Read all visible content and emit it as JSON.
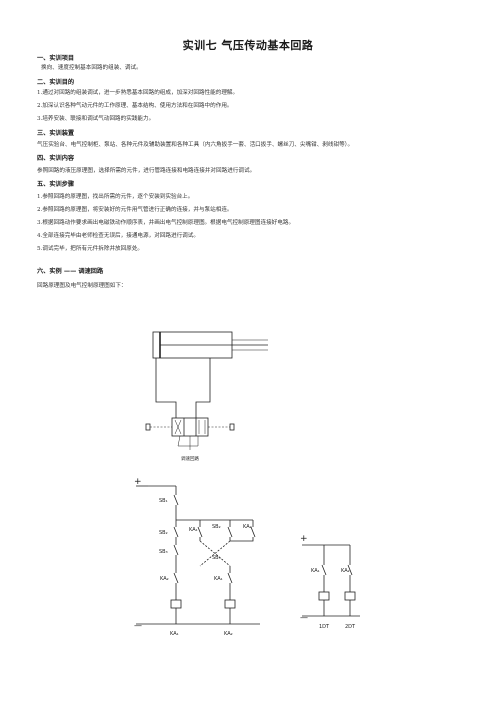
{
  "doc": {
    "title": "实训七 气压传动基本回路",
    "sections": {
      "s1": {
        "heading": "一、实训项目",
        "lines": [
          "换向、速度控制基本回路的组装、调试。"
        ]
      },
      "s2": {
        "heading": "二、实训目的",
        "lines": [
          "1.通过对回路的组装调试，进一步熟悉基本回路的组成，加深对回路性能的理解。",
          "2.加深认识各种气动元件的工作原理、基本结构、使用方法和在回路中的作用。",
          "3.培养安装、联接和调试气动回路的实践能力。"
        ]
      },
      "s3": {
        "heading": "三、实训装置",
        "lines": [
          "气压实验台、电气控制柜、泵站、各种元件及辅助装置和各种工具（内六角扳手一套、活口扳手、螺丝刀、尖嘴钳、剥线钳等）。"
        ]
      },
      "s4": {
        "heading": "四、实训内容",
        "lines": [
          "参照回路的液压原理图，选择所需的元件，进行管路连接和电路连接并对回路进行调试。"
        ]
      },
      "s5": {
        "heading": "五、实训步骤",
        "lines": [
          "1.参照回路的原理图，找出所需的元件，逐个安装到实验台上。",
          "2.参照回路的原理图，将安装好的元件用气管进行正确的连接，并与泵站相连。",
          "3.根据回路动作要求画出电磁铁动作顺序表，并画出电气控制原理图。根据电气控制原理图连接好电路。",
          "4.全部连接完毕由老师检查无误后，接通电源，对回路进行调试。",
          "5.调试完毕，把所有元件拆除并放回原处。"
        ]
      },
      "s6": {
        "heading": "六、实例 —— 调速回路",
        "lines": [
          "回路原理图及电气控制原理图如下："
        ]
      }
    }
  },
  "diagram": {
    "pneumatic_caption": "调速回路",
    "circuit_left": {
      "plus": "+",
      "minus": "—",
      "sb1": "SB₁",
      "sb2_left": "SB₂",
      "sb3_left": "SB₃",
      "ka1_top": "KA₁",
      "sb2_top": "SB₂",
      "sb3_mid": "SB₃",
      "ka2_top": "KA₂",
      "ka2_left": "KA₂",
      "ka1_right": "KA₁",
      "coil_ka1": "KA₁",
      "coil_ka2": "KA₂"
    },
    "circuit_right": {
      "plus": "+",
      "minus": "—",
      "ka1": "KA₁",
      "ka2": "KA₂",
      "coil1": "1DT",
      "coil2": "2DT"
    }
  }
}
